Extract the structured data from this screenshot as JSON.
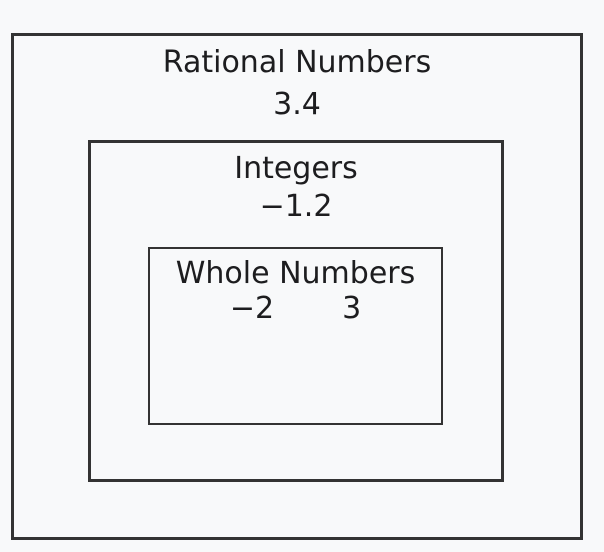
{
  "diagram": {
    "outer_box": {
      "title": "Rational Numbers",
      "example": "3.4"
    },
    "middle_box": {
      "title": "Integers",
      "example": "−1.2"
    },
    "inner_box": {
      "title": "Whole Numbers",
      "examples": [
        "−2",
        "3"
      ]
    }
  },
  "colors": {
    "background": "#f8f9fa",
    "border": "#333333",
    "text": "#1d1d1f"
  }
}
